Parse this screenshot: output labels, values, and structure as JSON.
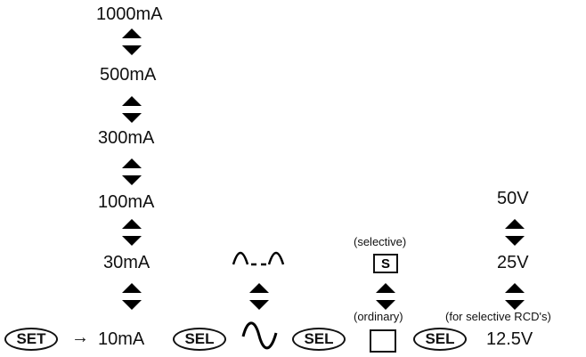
{
  "current_column": {
    "values": [
      "1000mA",
      "500mA",
      "300mA",
      "100mA",
      "30mA",
      "10mA"
    ]
  },
  "keys": {
    "set": "SET",
    "sel": "SEL"
  },
  "arrow_glyph": "→",
  "rcd_type": {
    "selective_label": "(selective)",
    "selective_symbol": "S",
    "ordinary_label": "(ordinary)"
  },
  "voltage_column": {
    "values": [
      "50V",
      "25V",
      "12.5V"
    ],
    "note": "(for selective RCD's)"
  }
}
